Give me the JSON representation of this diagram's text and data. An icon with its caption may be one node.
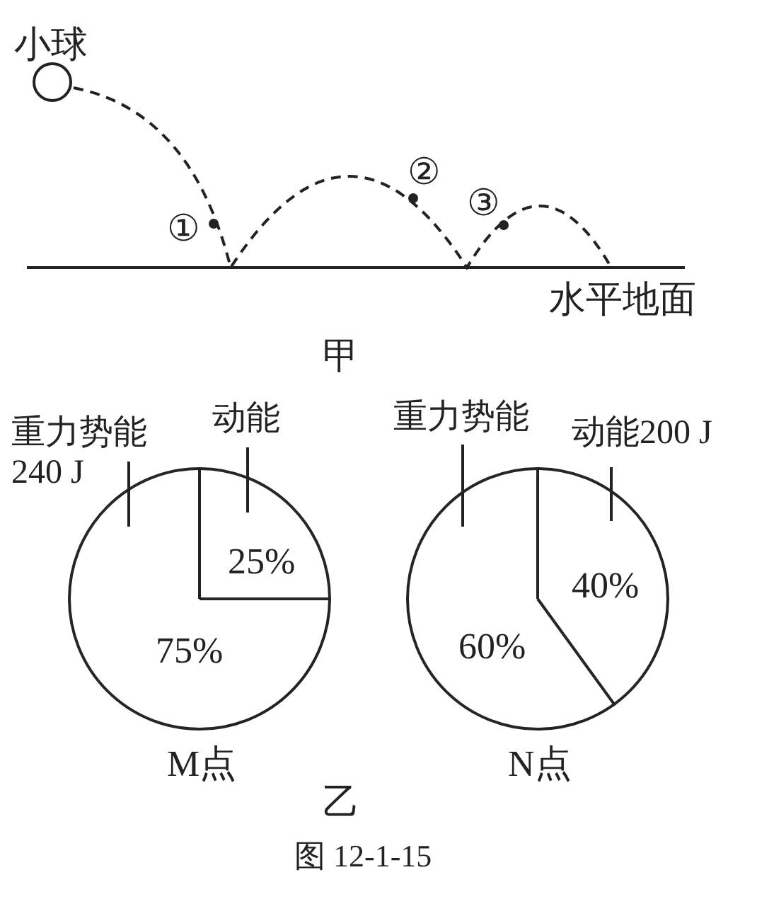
{
  "diagram": {
    "caption": "图 12-1-15",
    "nodes": [
      {
        "text": [],
        "shape": "circle",
        "beside": [
          "小球"
        ]
      },
      {
        "text": [],
        "shape": "circle",
        "beside": [
          "M点"
        ]
      },
      {
        "text": [
          "75%"
        ],
        "in": 1
      },
      {
        "text": [
          "25%"
        ],
        "in": 1
      },
      {
        "text": [
          "重力势能 240 J"
        ]
      },
      {
        "text": [
          "动能"
        ]
      },
      {
        "text": [],
        "shape": "circle",
        "beside": [
          "N点"
        ]
      },
      {
        "text": [
          "60%"
        ],
        "in": 6
      },
      {
        "text": [
          "40%"
        ],
        "in": 6
      },
      {
        "text": [
          "重力势能"
        ]
      },
      {
        "text": [
          "动能200 J"
        ]
      }
    ],
    "edges": [
      {
        "from": 4,
        "to": 2,
        "arrow": "none"
      },
      {
        "from": 5,
        "to": 3,
        "arrow": "none"
      },
      {
        "from": 9,
        "to": 7,
        "arrow": "none"
      },
      {
        "from": 10,
        "to": 8,
        "arrow": "none"
      }
    ],
    "labels": [
      "①",
      "②",
      "③",
      "水平地面",
      "甲",
      "乙"
    ]
  }
}
